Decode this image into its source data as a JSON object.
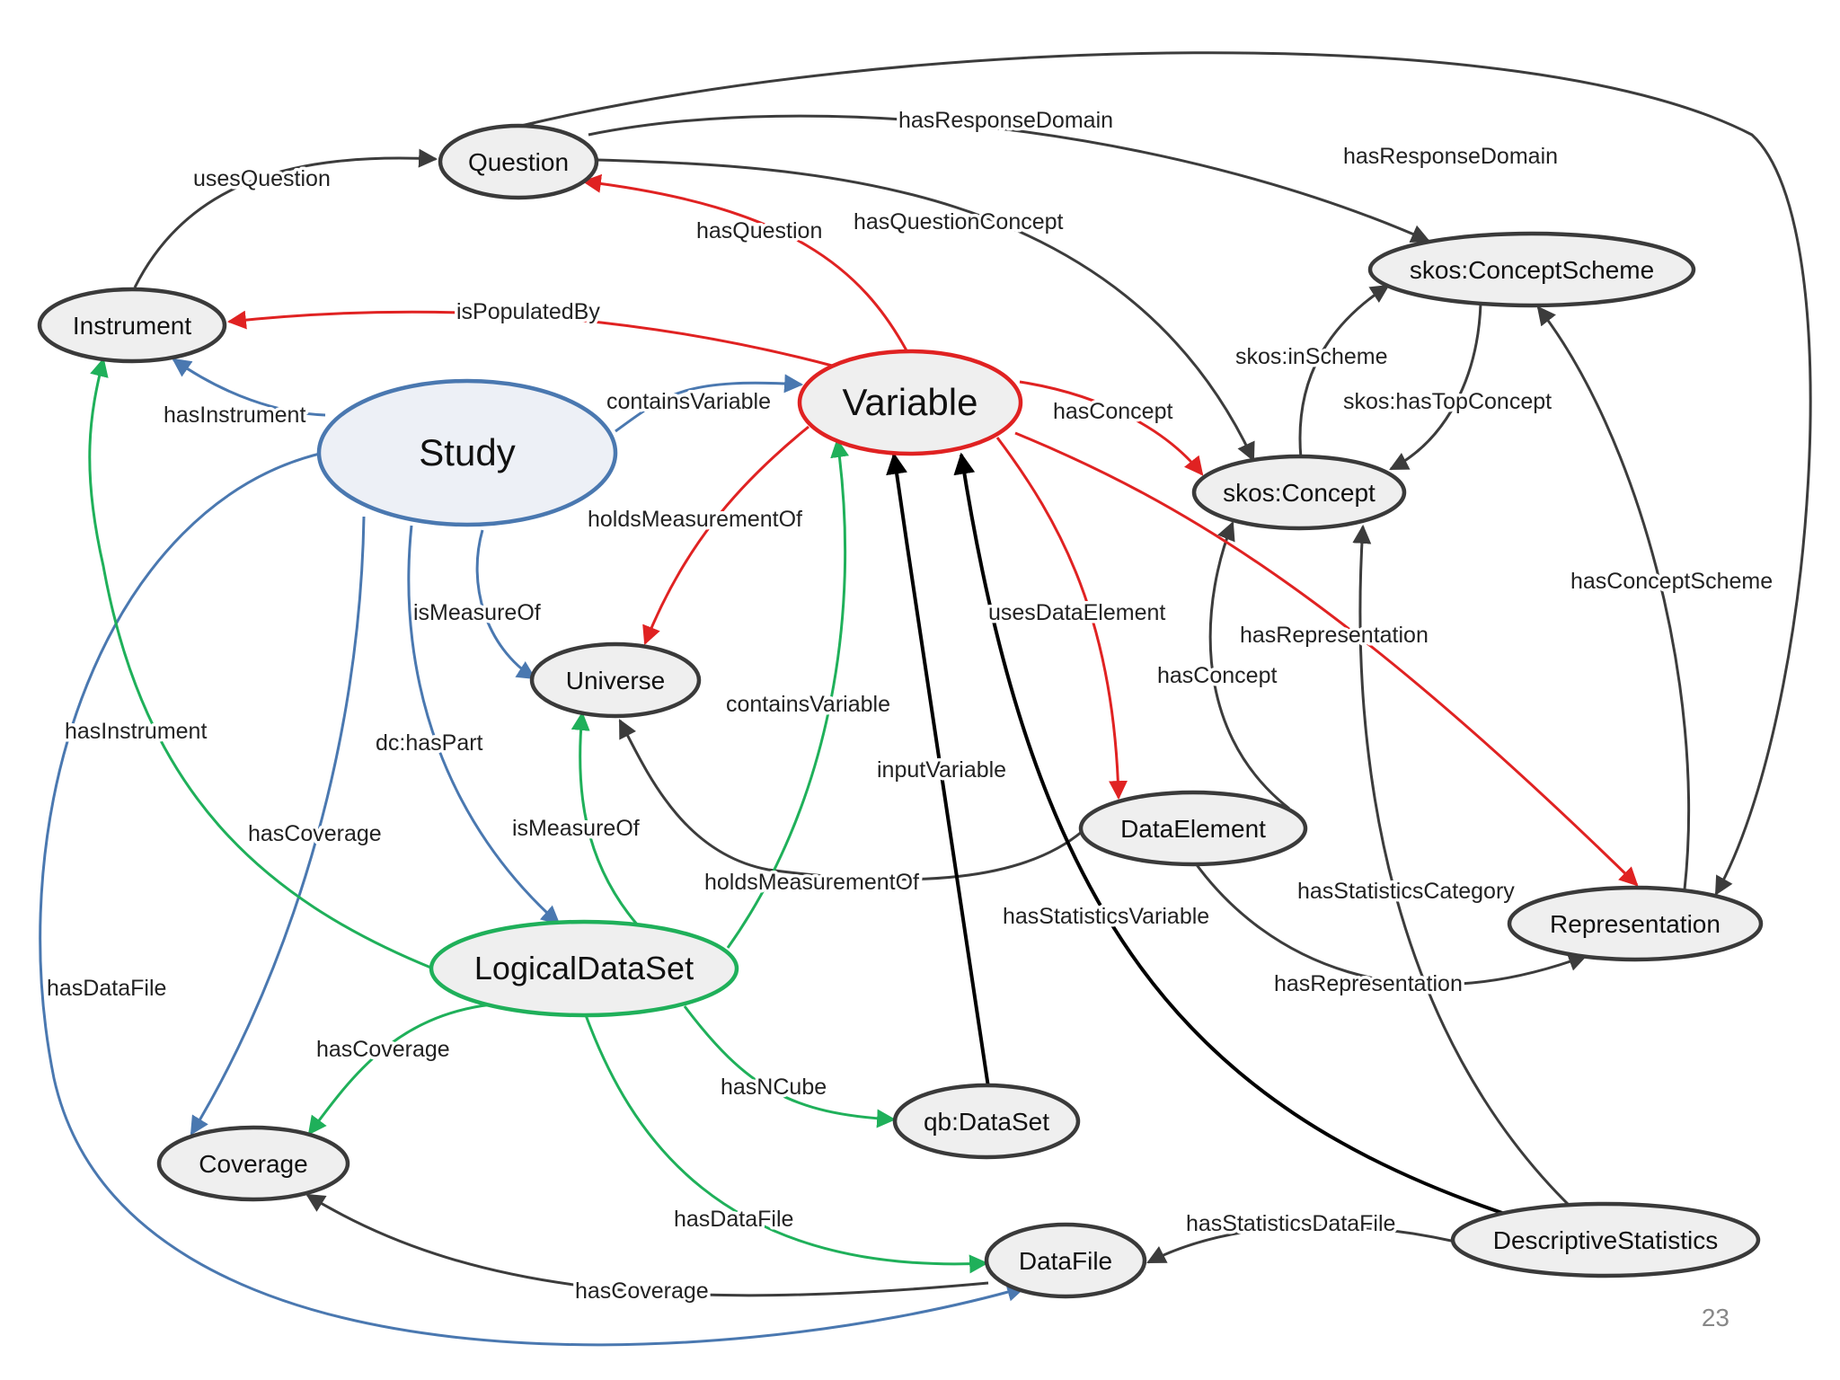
{
  "colors": {
    "red": "#e02222",
    "green": "#1fb05a",
    "blue": "#4a78b0",
    "dark": "#3c3c3c",
    "black": "#000000"
  },
  "nodes": {
    "question": "Question",
    "instrument": "Instrument",
    "variable": "Variable",
    "study": "Study",
    "universe": "Universe",
    "concept_scheme": "skos:ConceptScheme",
    "concept": "skos:Concept",
    "data_element": "DataElement",
    "representation": "Representation",
    "logical_dataset": "LogicalDataSet",
    "coverage": "Coverage",
    "qb_dataset": "qb:DataSet",
    "data_file": "DataFile",
    "descriptive_statistics": "DescriptiveStatistics"
  },
  "edges": {
    "uses_question": "usesQuestion",
    "has_response_domain_1": "hasResponseDomain",
    "has_response_domain_2": "hasResponseDomain",
    "has_question": "hasQuestion",
    "has_question_concept": "hasQuestionConcept",
    "is_populated_by": "isPopulatedBy",
    "skos_in_scheme": "skos:inScheme",
    "skos_has_top_concept": "skos:hasTopConcept",
    "has_instrument_1": "hasInstrument",
    "contains_variable_1": "containsVariable",
    "has_concept_1": "hasConcept",
    "holds_measurement_of_1": "holdsMeasurementOf",
    "is_measure_of_1": "isMeasureOf",
    "uses_data_element": "usesDataElement",
    "has_representation_1": "hasRepresentation",
    "has_concept_scheme": "hasConceptScheme",
    "has_concept_2": "hasConcept",
    "contains_variable_2": "containsVariable",
    "has_instrument_2": "hasInstrument",
    "dc_has_part": "dc:hasPart",
    "input_variable": "inputVariable",
    "has_coverage_1": "hasCoverage",
    "is_measure_of_2": "isMeasureOf",
    "holds_measurement_of_2": "holdsMeasurementOf",
    "has_statistics_category": "hasStatisticsCategory",
    "has_statistics_variable": "hasStatisticsVariable",
    "has_representation_2": "hasRepresentation",
    "has_data_file_1": "hasDataFile",
    "has_coverage_2": "hasCoverage",
    "has_n_cube": "hasNCube",
    "has_data_file_2": "hasDataFile",
    "has_statistics_data_file": "hasStatisticsDataFile",
    "has_coverage_3": "hasCoverage"
  },
  "page_number": "23"
}
